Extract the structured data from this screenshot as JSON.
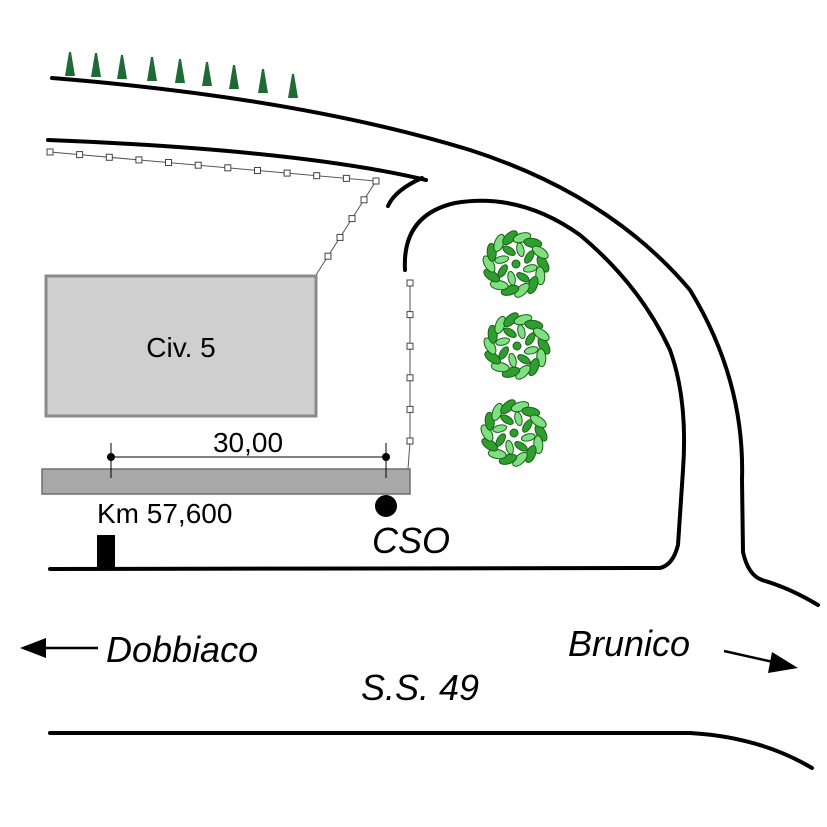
{
  "building": {
    "label": "Civ. 5"
  },
  "dimension": {
    "label": "30,00"
  },
  "kilometer": {
    "label": "Km 57,600"
  },
  "cso": {
    "label": "CSO"
  },
  "directions": {
    "left": {
      "label": "Dobbiaco",
      "icon": "arrow-left-icon"
    },
    "right": {
      "label": "Brunico",
      "icon": "arrow-right-icon"
    }
  },
  "road": {
    "label": "S.S. 49"
  },
  "colors": {
    "building_fill": "#cfcfcf",
    "building_stroke": "#8a8a8a",
    "sidewalk_fill": "#a8a8a8",
    "tree_green": "#2e9e2e",
    "tree_light": "#7fe07f",
    "spike_green": "#1e6b35",
    "line": "#000000"
  }
}
